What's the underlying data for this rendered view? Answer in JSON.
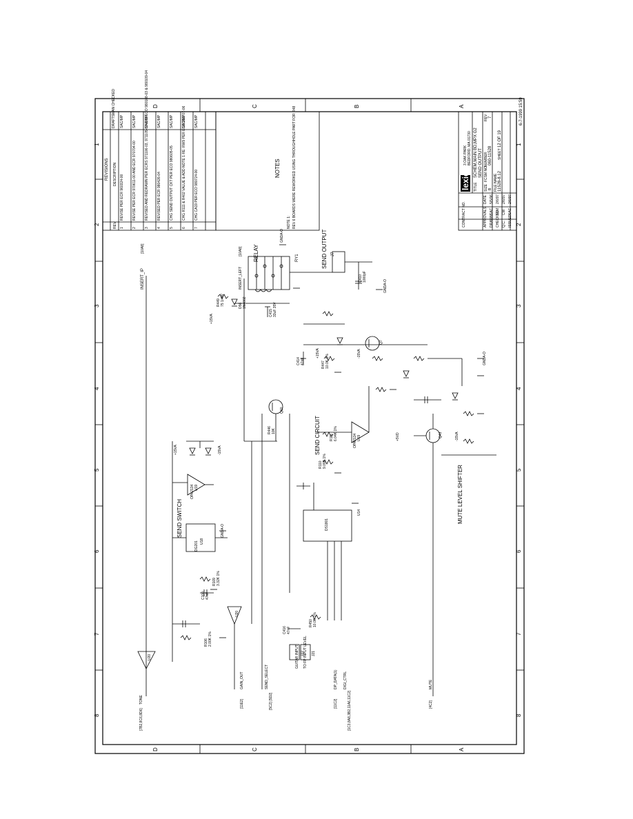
{
  "sheet": {
    "border_cols": [
      "8",
      "7",
      "6",
      "5",
      "4",
      "3",
      "2",
      "1"
    ],
    "border_rows": [
      "D",
      "C",
      "B",
      "A"
    ],
    "footer_code": "6-7-1999 15:59"
  },
  "title_block": {
    "logo": "lexicon",
    "address_line1": "3 OAK PARK",
    "address_line2": "BEDFORD, MA 01730",
    "title_label": "TITLE",
    "title": "SCHEM,MAIN BD,MPX G2",
    "subtitle": "SEND OUTPUT",
    "size_label": "SIZE",
    "size": "B",
    "fcsm_label": "FCSM NO.",
    "number_label": "NUMBER",
    "number": "060-11528",
    "rev_label": "REV",
    "rev": "7",
    "file_label": "FILE NAME",
    "file": "11528-8.12",
    "sheet_label": "SHEET",
    "sheet": "12 OF 19",
    "contract_label": "CONTRACT NO.",
    "approvals": [
      {
        "role": "APPROVALS",
        "name": "",
        "date": "DATE"
      },
      {
        "role": "DRAWN",
        "name": "SAC",
        "date": "5/5/96"
      },
      {
        "role": "CHECKED",
        "name": "SLM",
        "date": "2/6/97"
      },
      {
        "role": "Q.C.",
        "name": "CW",
        "date": "2/6/97"
      },
      {
        "role": "ISSUED",
        "name": "SAC",
        "date": "2/6/97"
      }
    ]
  },
  "revisions": {
    "heading": "REVISIONS",
    "col_rev": "REV",
    "col_desc": "DESCRIPTION",
    "col_draft": "DRAFTSMAN CHECKED",
    "rows": [
      {
        "rev": "1",
        "desc": "REVISE PER ECR 960324-00",
        "draft": "SAC/MP"
      },
      {
        "rev": "2",
        "desc": "REVISE PER ECR 970611-00 AND ECR 970704-00",
        "draft": "SAC/MP"
      },
      {
        "rev": "3",
        "desc": "REVISED AND REDRAWN PER ECRS 971106-03, 971105-03 AND ECO 980108-03 & 980109-04",
        "draft": "SAC/MP"
      },
      {
        "rev": "4",
        "desc": "REVISED PER ECR 980426-04",
        "draft": "SAC/MP"
      },
      {
        "rev": "5",
        "desc": "CHG SEND OUTPUT CKT PER ECO 980605-05",
        "draft": "SAC/MP"
      },
      {
        "rev": "6",
        "desc": "CHG R111 & R402 VALUE & ADD NOTE 1 RE: RW9 PER ECO 980707-06",
        "draft": "SAC/MP"
      },
      {
        "rev": "7",
        "desc": "CHG CA19 PER ECO 980724-00",
        "draft": "SAC/MP"
      }
    ]
  },
  "notes": {
    "heading": "NOTES",
    "note1": "NOTE 1:",
    "note1_text": "REV 6 BOARDS WERE REWORKED USING THROUGHHOLE PART FOR R48"
  },
  "sections": {
    "send_switch": "SEND SWITCH",
    "send_circuit": "SEND CIRCUIT",
    "mute_level_shifter": "MUTE LEVEL SHIFTER",
    "send_output": "SEND OUTPUT",
    "relay": "RELAY"
  },
  "signals": {
    "insert_ip": "INSERT_IP",
    "insert_left": "INSERT_LEFT",
    "tone": "TONE",
    "gain_out": "GAIN_OUT",
    "send_select": "SEND_SELECT",
    "dp_data": "DP_DATA(1)",
    "digi_ctrl": "DIGI_CTRL",
    "mute": "MUTE",
    "guitar_input": "GUITAR INPUT",
    "to_fp_input_level": "TO FP INPUT LEVEL",
    "ref_tone": "[7B2,8C6,8D6]",
    "ref_gain": "[11E2]",
    "ref_send": "[5C2] [5D2]",
    "ref_dp": "[11C2]",
    "ref_digi": "[1C3,8A8,3B2,11A6,11C2]",
    "ref_mute": "[4C2]",
    "ref_insert": "[10A8]",
    "ref_insert_left": "[10A8]"
  },
  "parts": {
    "u20a": "U20",
    "u20b": "U20",
    "u18": "U18",
    "u19a": "U19",
    "u19b": "U19",
    "u14": "U14",
    "u15": "U15",
    "q60": "Q60",
    "q7": "Q7",
    "q43": "Q43",
    "ry1": "RY1",
    "j7": "J7",
    "j21": "J21",
    "j22": "J22",
    "opa2134": "OPA2134",
    "ds1801": "DS1801",
    "dg201": "DG201",
    "r106": "R106",
    "r106v": "2.00K 1%",
    "r109": "R109",
    "r109v": "3.32K 1%",
    "r110": "R110",
    "r110v": "9.09K 1%",
    "r111": "R111",
    "r111v": "6.04K 1%",
    "r446": "R446",
    "r446v": "10K",
    "r447": "R447",
    "r447v": "10.0K 1%",
    "r449": "R449",
    "r449v": "75 1/4W",
    "r450": "R450",
    "r450v": "10.0K 1%",
    "c100": "C100",
    "c100v": "47nF",
    "c416": "C416",
    "c416v": "47nF",
    "c415": "C415",
    "c415v": "33uF 35V",
    "c410": "C410",
    "c410v": "1000pF",
    "c414": "C414",
    "c414v": "47nF",
    "d56": "D56",
    "d56v": "1N4002",
    "supply_p15": "+15VA",
    "supply_m15": "-15VA",
    "supply_p5": "+5VD",
    "gnd": "GNDA-O"
  }
}
